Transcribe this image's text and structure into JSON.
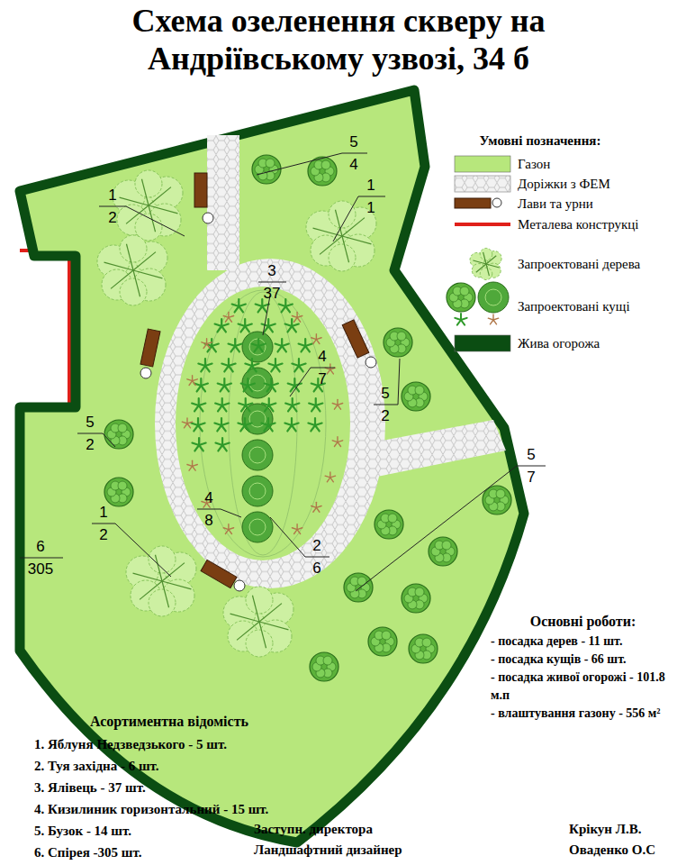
{
  "diagram": {
    "title": "Схема озеленення скверу на Андріївському узвозі, 34 б",
    "labels": [
      "Умовні позначення:",
      "5",
      "4",
      "1",
      "2",
      "1",
      "1",
      "3",
      "37",
      "4",
      "7",
      "5",
      "2",
      "5",
      "2",
      "4",
      "8",
      "2",
      "6",
      "1",
      "2",
      "6",
      "305",
      "5",
      "7",
      "Основні роботи:",
      "- посадка дерев - 11 шт.",
      "- посадка кущів - 66 шт.",
      "- посадка живої огорожі - 101.8 м.п",
      "- влаштування газону - 556 м²",
      "Асортиментна відомість",
      "1. Яблуня Недзведзького - 5 шт.",
      "2. Туя західна - 6 шт.",
      "3. Ялівець  - 37 шт.",
      "4. Кизилиник горизонтальний - 15 шт.",
      "5. Бузок - 14 шт.",
      "6. Спірея -305 шт.",
      "Заступн. директора",
      "Ландшафтний дизайнер",
      "Крікун Л.В.",
      "Оваденко О.С"
    ],
    "legend": [
      {
        "text": "Газон",
        "color": "#b7e77c"
      },
      {
        "text": "Доріжки з ФЕМ"
      },
      {
        "text": "Лави та урни"
      },
      {
        "text": "Металева конструкці"
      },
      {
        "text": "Запроектовані дерева"
      },
      {
        "text": "Запроектовані кущі"
      },
      {
        "text": "Жива огорожа",
        "color": "#0b4d12"
      }
    ]
  }
}
